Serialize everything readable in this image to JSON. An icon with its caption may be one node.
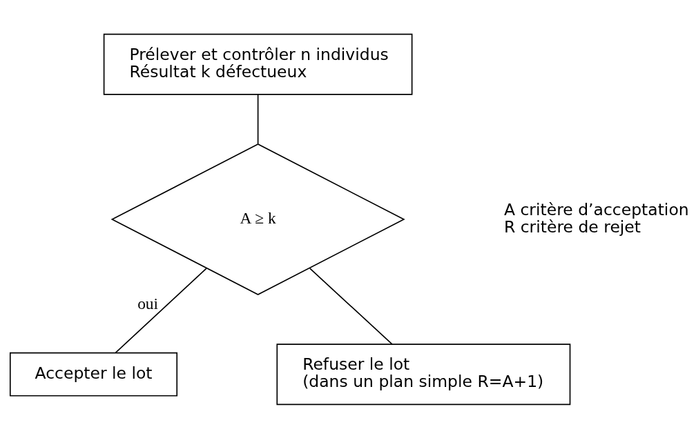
{
  "diagram": {
    "nodes": [
      {
        "text": [
          "Prélever et contrôler n individus",
          "Résultat k défectueux"
        ]
      },
      {
        "text": [
          "A ≥ k"
        ]
      },
      {
        "text": [
          "Accepter le lot"
        ]
      },
      {
        "text": [
          "Refuser le lot",
          "(dans un plan simple R=A+1)"
        ]
      }
    ],
    "edges": [
      {
        "from": 0,
        "to": 1,
        "arrow": "none"
      },
      {
        "from": 1,
        "to": 2,
        "arrow": "none",
        "label": "oui"
      },
      {
        "from": 1,
        "to": 3,
        "arrow": "none"
      }
    ],
    "labels": [
      "A critère d’acceptation",
      "R critère de rejet"
    ]
  }
}
